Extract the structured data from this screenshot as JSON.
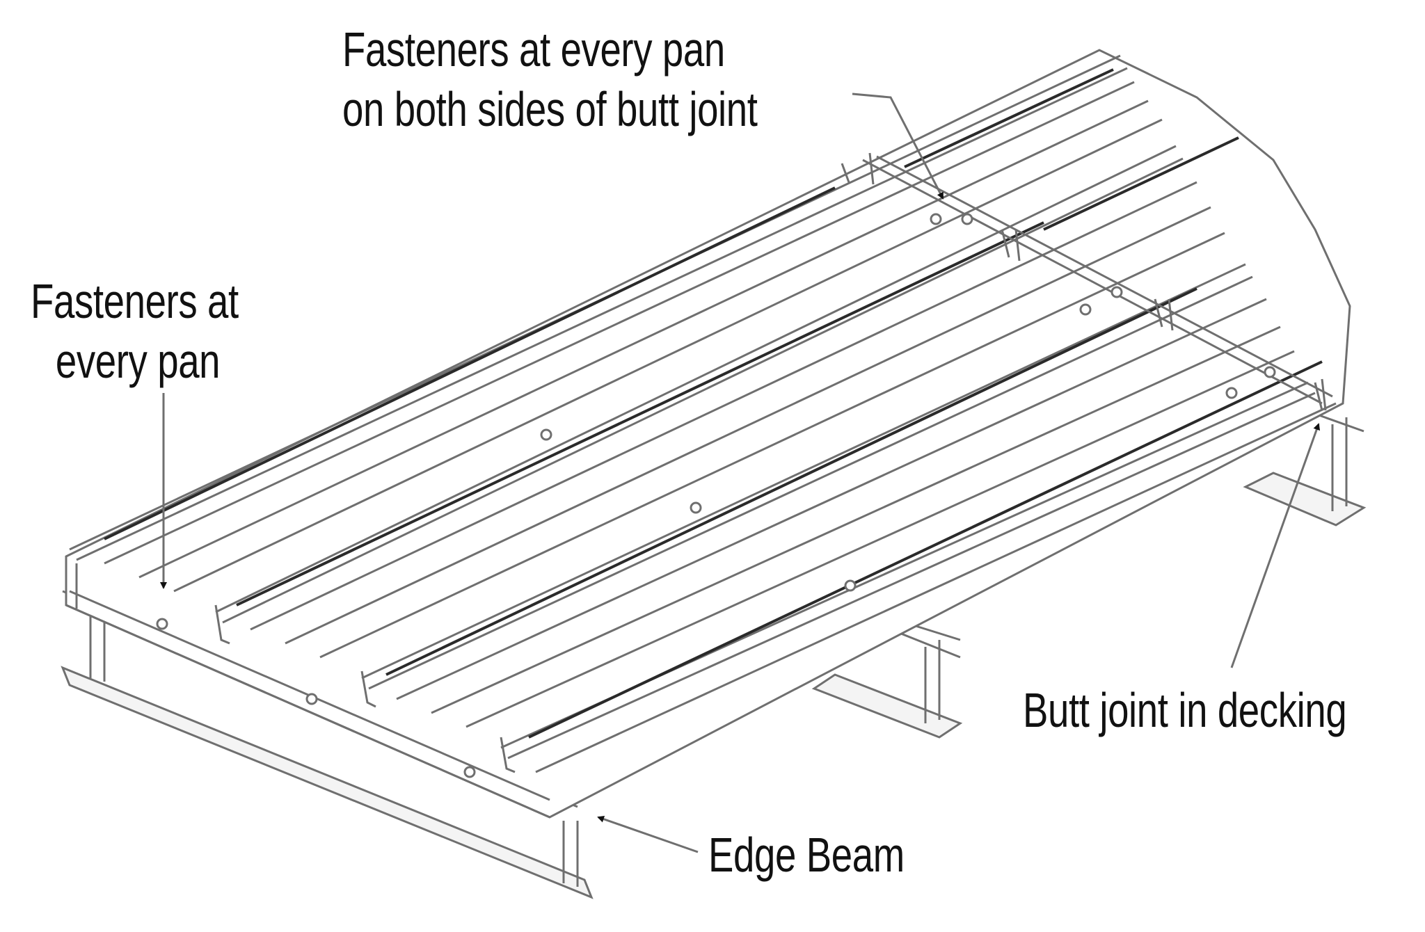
{
  "diagram": {
    "labels": {
      "fasteners_butt_joint": {
        "line1": "Fasteners at every pan",
        "line2": "on both sides of butt joint"
      },
      "fasteners_every_pan": {
        "line1": "Fasteners at",
        "line2": "every pan"
      },
      "butt_joint": "Butt joint in decking",
      "edge_beam": "Edge Beam"
    },
    "colors": {
      "line": "#6f6f6f",
      "dark_line": "#2a2a2a",
      "arrow": "#111111",
      "text": "#111111",
      "background": "#ffffff"
    }
  }
}
